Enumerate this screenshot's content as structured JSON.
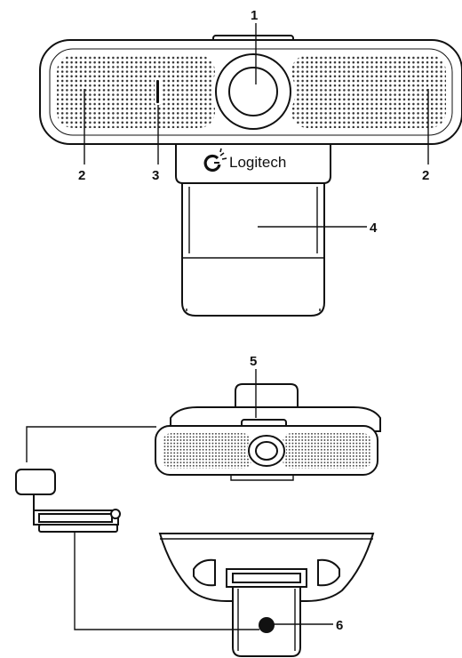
{
  "brand": {
    "name": "Logitech",
    "logo_icon": "logitech-g-logo-icon"
  },
  "callouts": {
    "c1": "1",
    "c2a": "2",
    "c2b": "2",
    "c3": "3",
    "c4": "4",
    "c5": "5",
    "c6": "6"
  },
  "colors": {
    "outline": "#111111",
    "face": "#ffffff",
    "dot_grille": "#333333"
  }
}
